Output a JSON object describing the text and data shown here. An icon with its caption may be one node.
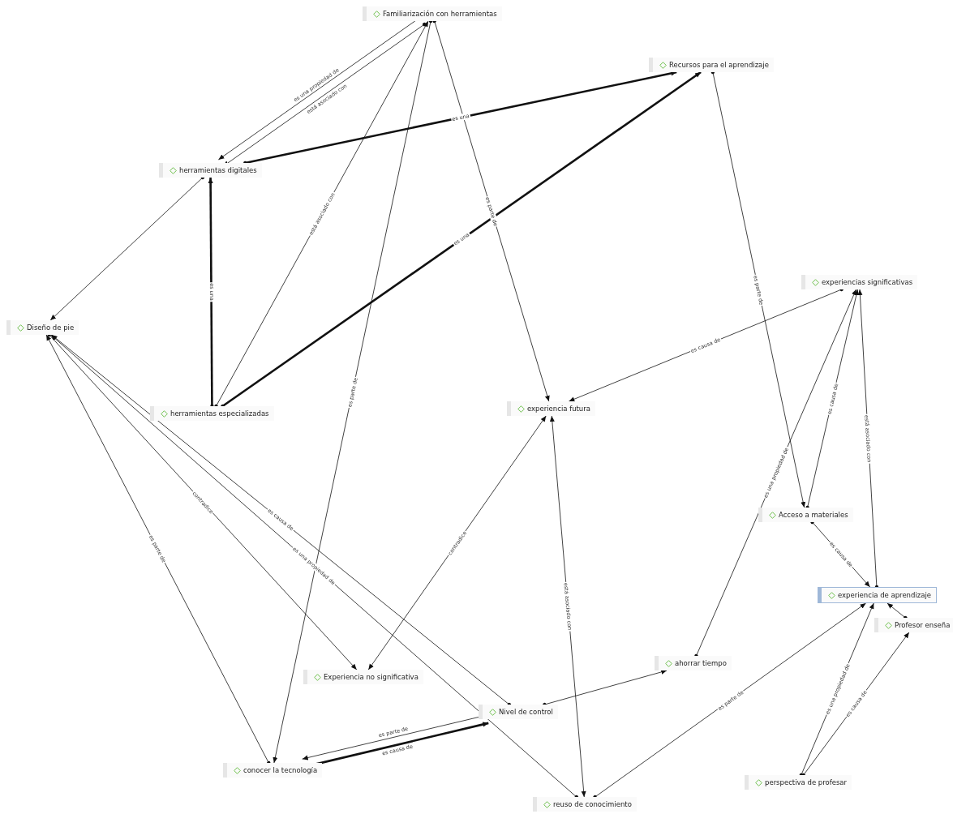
{
  "diagram": {
    "nodes": [
      {
        "text": [
          "Familiarización con herramientas"
        ]
      },
      {
        "text": [
          "Recursos para el aprendizaje"
        ]
      },
      {
        "text": [
          "herramientas digitales"
        ]
      },
      {
        "text": [
          "experiencias significativas"
        ]
      },
      {
        "text": [
          "Diseño de pie"
        ]
      },
      {
        "text": [
          "herramientas especializadas"
        ]
      },
      {
        "text": [
          "experiencia futura"
        ]
      },
      {
        "text": [
          "Acceso a materiales"
        ]
      },
      {
        "text": [
          "experiencia de aprendizaje"
        ]
      },
      {
        "text": [
          "Profesor enseña"
        ]
      },
      {
        "text": [
          "Experiencia no significativa"
        ]
      },
      {
        "text": [
          "ahorrar tiempo"
        ]
      },
      {
        "text": [
          "Nivel de control"
        ]
      },
      {
        "text": [
          "conocer la tecnología"
        ]
      },
      {
        "text": [
          "perspectiva de profesar"
        ]
      },
      {
        "text": [
          "reuso de conocimiento"
        ]
      }
    ],
    "edges": [
      {
        "from": 0,
        "to": 2,
        "arrow": "to",
        "label": "está asociado con"
      },
      {
        "from": 0,
        "to": 2,
        "arrow": "to",
        "label": "es una propiedad de"
      },
      {
        "from": 2,
        "to": 1,
        "arrow": "to",
        "label": "es una",
        "style": "thick"
      },
      {
        "from": 2,
        "to": 4,
        "arrow": "to"
      },
      {
        "from": 5,
        "to": 2,
        "arrow": "to",
        "label": "es una",
        "style": "thick"
      },
      {
        "from": 5,
        "to": 0,
        "arrow": "to",
        "label": "está asociado con"
      },
      {
        "from": 5,
        "to": 1,
        "arrow": "to",
        "label": "es una",
        "style": "thick"
      },
      {
        "from": 0,
        "to": 6,
        "arrow": "to",
        "label": "es parte de"
      },
      {
        "from": 0,
        "to": 13,
        "arrow": "to",
        "label": "es parte de"
      },
      {
        "from": 1,
        "to": 7,
        "arrow": "to",
        "label": "es parte de"
      },
      {
        "from": 3,
        "to": 6,
        "arrow": "to",
        "label": "es causa de"
      },
      {
        "from": 7,
        "to": 3,
        "arrow": "to",
        "label": "es causa de"
      },
      {
        "from": 11,
        "to": 3,
        "arrow": "to",
        "label": "es una propiedad de"
      },
      {
        "from": 8,
        "to": 3,
        "arrow": "to",
        "label": "está asociado con"
      },
      {
        "from": 7,
        "to": 8,
        "arrow": "to",
        "label": "es causa de"
      },
      {
        "from": 4,
        "to": 10,
        "arrow": "to",
        "label": "contradice"
      },
      {
        "from": 13,
        "to": 4,
        "arrow": "to",
        "label": "es parte de"
      },
      {
        "from": 12,
        "to": 4,
        "arrow": "to",
        "label": "es causa de"
      },
      {
        "from": 15,
        "to": 4,
        "arrow": "to",
        "label": "es una propiedad de"
      },
      {
        "from": 6,
        "to": 10,
        "arrow": "both",
        "label": "contradice"
      },
      {
        "from": 15,
        "to": 6,
        "arrow": "both",
        "label": "está asociado con"
      },
      {
        "from": 12,
        "to": 11,
        "arrow": "to"
      },
      {
        "from": 13,
        "to": 12,
        "arrow": "to",
        "label": "es causa de",
        "style": "thick"
      },
      {
        "from": 12,
        "to": 13,
        "arrow": "to",
        "label": "es parte de"
      },
      {
        "from": 15,
        "to": 8,
        "arrow": "to",
        "label": "es parte de"
      },
      {
        "from": 14,
        "to": 9,
        "arrow": "to",
        "label": "es causa de"
      },
      {
        "from": 14,
        "to": 8,
        "arrow": "to",
        "label": "es una propiedad de"
      },
      {
        "from": 9,
        "to": 8,
        "arrow": "to"
      }
    ]
  }
}
